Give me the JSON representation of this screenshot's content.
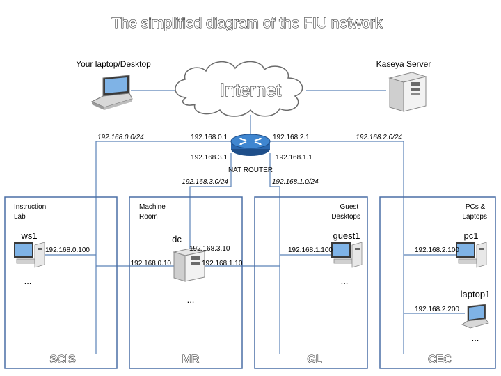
{
  "title": "The simplified diagram of the FIU network",
  "internet_label": "Internet",
  "laptop_label": "Your laptop/Desktop",
  "server_label": "Kaseya Server",
  "router_label": "NAT ROUTER",
  "router_ips": {
    "left": "192.168.0.1",
    "right": "192.168.2.1",
    "bottom_left": "192.168.3.1",
    "bottom_right": "192.168.1.1"
  },
  "networks": {
    "n0": "192.168.0.0/24",
    "n2": "192.168.2.0/24",
    "n3": "192.168.3.0/24",
    "n1": "192.168.1.0/24"
  },
  "zones": [
    {
      "title": "Instruction Lab",
      "code": "SCIS"
    },
    {
      "title": "Machine Room",
      "code": "MR"
    },
    {
      "title": "Guest Desktops",
      "code": "GL"
    },
    {
      "title": "PCs & Laptops",
      "code": "CEC"
    }
  ],
  "hosts": {
    "ws1": {
      "name": "ws1",
      "ip": "192.168.0.100"
    },
    "dc": {
      "name": "dc",
      "ip_left": "192.168.0.10",
      "ip_top": "192.168.3.10",
      "ip_right": "192.168.1.10"
    },
    "guest1": {
      "name": "guest1",
      "ip": "192.168.1.100"
    },
    "pc1": {
      "name": "pc1",
      "ip": "192.168.2.100"
    },
    "laptop1": {
      "name": "laptop1",
      "ip": "192.168.2.200"
    }
  },
  "ellipsis": "..."
}
